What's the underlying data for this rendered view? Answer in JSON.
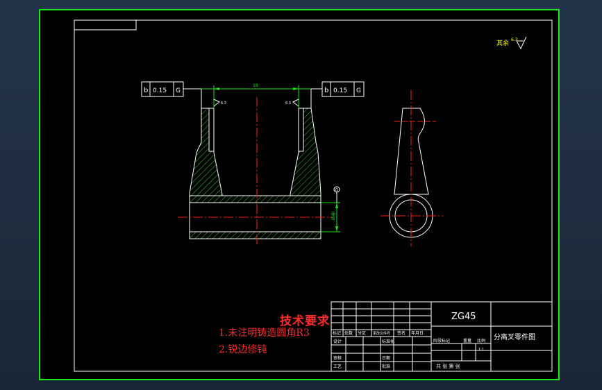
{
  "drawing": {
    "roughness_prefix": "其余",
    "roughness_value": "6.3",
    "tolerance_left": {
      "symbol": "b",
      "value": "0.15",
      "datum": "G"
    },
    "tolerance_right": {
      "symbol": "b",
      "value": "0.15",
      "datum": "G"
    },
    "top_dimension": "18",
    "side_roughness_left": "6.3",
    "side_roughness_right": "6.3",
    "bore_dimension": "Ø40",
    "datum_label": "G"
  },
  "tech_requirements": {
    "title": "技术要求",
    "items": [
      "1.未注明铸造圆角R3",
      "2.锐边修钝"
    ]
  },
  "title_block": {
    "material": "ZG45",
    "drawing_name": "分离叉零件图",
    "headers": [
      "标记",
      "处数",
      "分区",
      "更改文件号",
      "签名",
      "年月日"
    ],
    "rows": [
      {
        "left": "设计",
        "mid": "标准化"
      },
      {
        "left": "审核",
        "mid": "日期"
      },
      {
        "left": "工艺",
        "mid": "批准"
      }
    ],
    "stage_labels": "阶段标记",
    "weight_label": "重量",
    "scale_label": "比例",
    "scale_value": "1:1",
    "sheet_info": "共 张 第 张"
  }
}
